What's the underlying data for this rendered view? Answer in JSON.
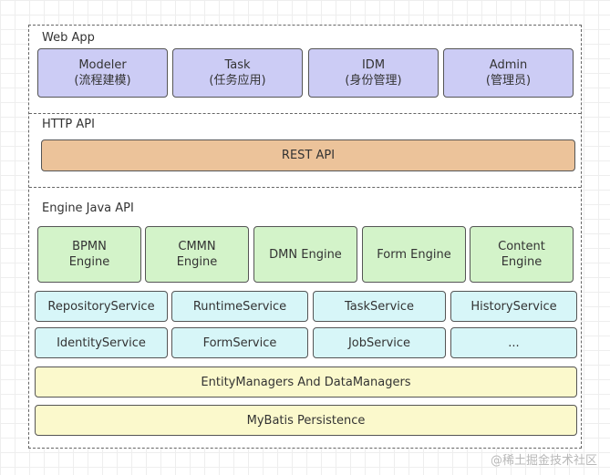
{
  "sections": {
    "web_app": {
      "title": "Web App",
      "boxes": [
        {
          "line1": "Modeler",
          "line2": "(流程建模)"
        },
        {
          "line1": "Task",
          "line2": "(任务应用)"
        },
        {
          "line1": "IDM",
          "line2": "(身份管理)"
        },
        {
          "line1": "Admin",
          "line2": "(管理员)"
        }
      ]
    },
    "http_api": {
      "title": "HTTP API",
      "box": "REST API"
    },
    "engine_java_api": {
      "title": "Engine Java API",
      "engines": [
        {
          "line1": "BPMN",
          "line2": "Engine"
        },
        {
          "line1": "CMMN",
          "line2": "Engine"
        },
        {
          "line1": "DMN Engine",
          "line2": ""
        },
        {
          "line1": "Form Engine",
          "line2": ""
        },
        {
          "line1": "Content",
          "line2": "Engine"
        }
      ],
      "services_row1": [
        "RepositoryService",
        "RuntimeService",
        "TaskService",
        "HistoryService"
      ],
      "services_row2": [
        "IdentityService",
        "FormService",
        "JobService",
        "..."
      ],
      "entity_managers": "EntityManagers And DataManagers",
      "persistence": "MyBatis Persistence"
    }
  },
  "watermark": "@稀土掘金技术社区",
  "colors": {
    "web_app_box": "#ccccf5",
    "rest_api_box": "#ecc39a",
    "engine_box": "#d3f3c9",
    "service_box": "#d7f6f8",
    "persistence_box": "#fbf9cc"
  }
}
